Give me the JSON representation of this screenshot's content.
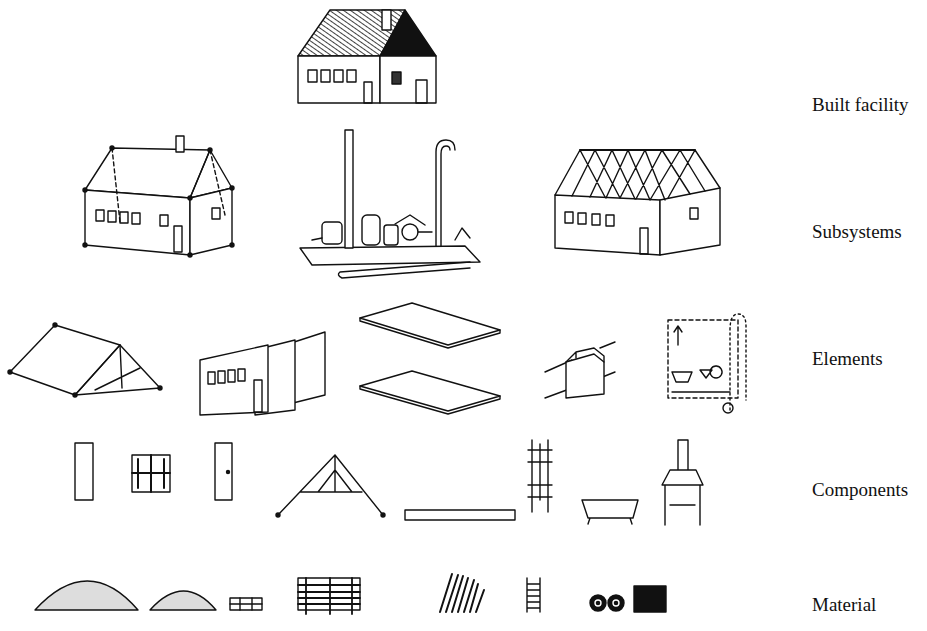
{
  "diagram": {
    "labels": [
      "Built facility",
      "Subsystems",
      "Elements",
      "Components",
      "Material"
    ]
  }
}
